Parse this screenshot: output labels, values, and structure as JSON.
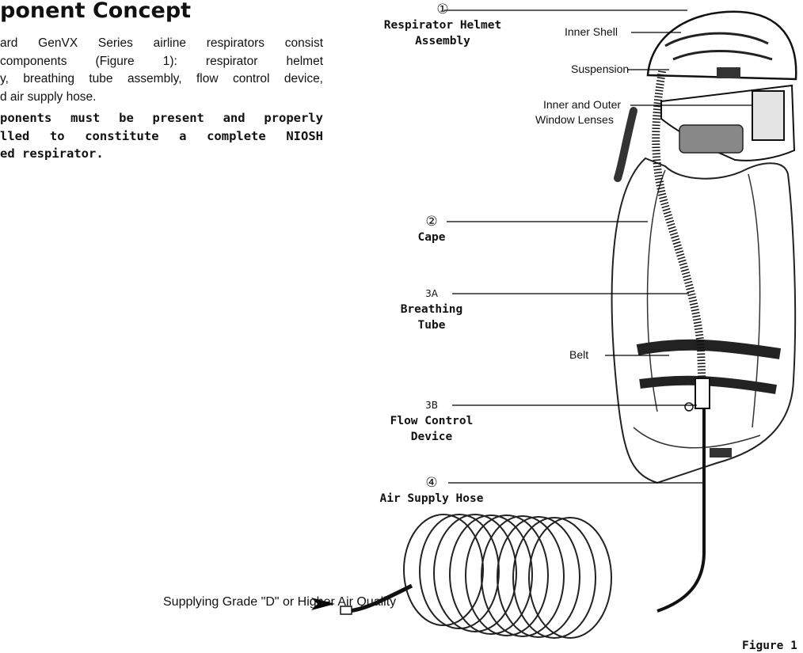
{
  "section": {
    "heading": "ponent Concept",
    "para_lines": [
      "ard GenVX Series airline respirators consist",
      "components (Figure 1): respirator helmet",
      "y, breathing tube assembly, flow control device,",
      "d air supply hose."
    ],
    "bold_lines": [
      "ponents must be present and properly",
      "lled to constitute a complete NIOSH",
      "ed respirator."
    ]
  },
  "figure": {
    "callouts": [
      {
        "number": "①",
        "lines": [
          "Respirator Helmet",
          "Assembly"
        ]
      },
      {
        "number": "②",
        "lines": [
          "Cape"
        ]
      },
      {
        "number": "3A",
        "lines": [
          "Breathing",
          "Tube"
        ]
      },
      {
        "number": "3B",
        "lines": [
          "Flow Control",
          "Device"
        ]
      },
      {
        "number": "④",
        "lines": [
          "Air Supply Hose"
        ]
      }
    ],
    "parts": {
      "inner_shell": "Inner Shell",
      "suspension": "Suspension",
      "lenses_line1": "Inner and Outer",
      "lenses_line2": "Window Lenses",
      "belt": "Belt"
    },
    "supply_note": "Supplying Grade \"D\" or Higher Air Quality",
    "caption": "Figure 1"
  }
}
